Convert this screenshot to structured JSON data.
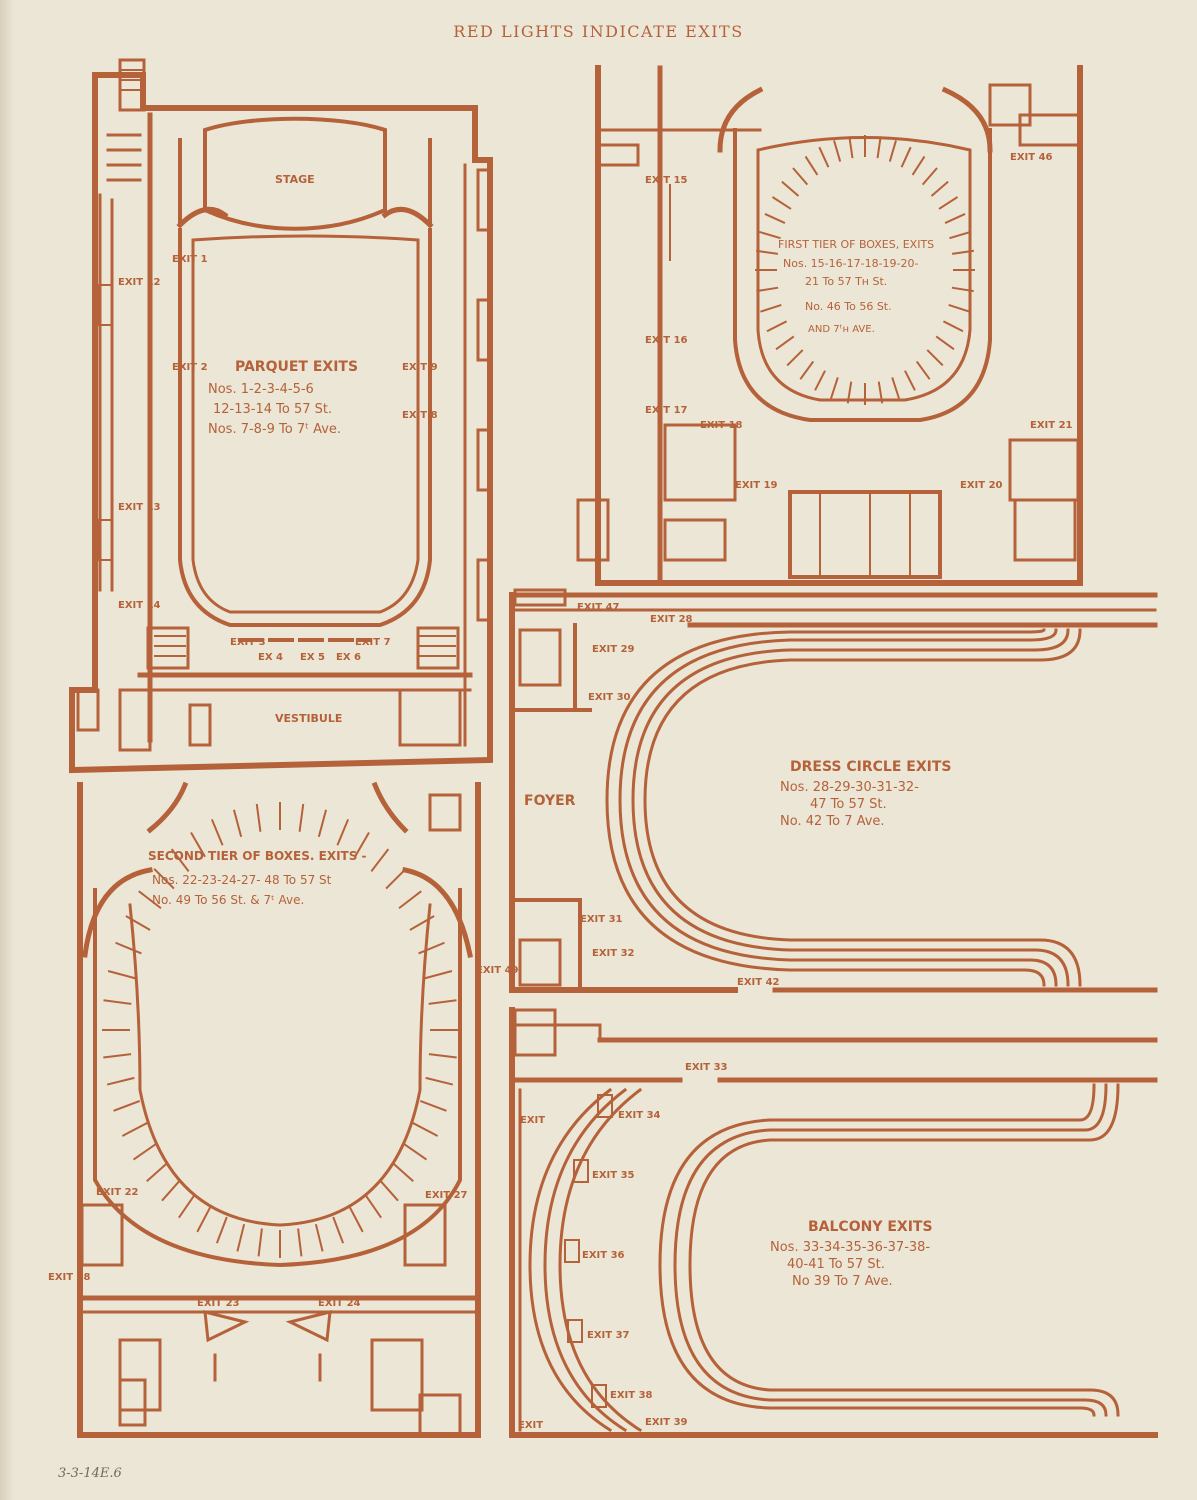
{
  "header": "RED LIGHTS INDICATE EXITS",
  "pencil_note": "3-3-14E.6",
  "parquet": {
    "stage": "STAGE",
    "vestibule": "VESTIBULE",
    "title": "PARQUET EXITS",
    "line1": "Nos. 1-2-3-4-5-6",
    "line2": "12-13-14 To 57 St.",
    "line3": "Nos. 7-8-9 To 7ᵗ Ave.",
    "exits": [
      "EXIT 1",
      "EXIT 2",
      "EXIT 3",
      "EX 4",
      "EX 5",
      "EX 6",
      "EXIT 7",
      "EXIT 8",
      "EXIT 9",
      "EXIT 12",
      "EXIT 13",
      "EXIT 14"
    ]
  },
  "first_tier": {
    "title": "FIRST TIER OF BOXES, EXITS",
    "line1": "Nos. 15-16-17-18-19-20-",
    "line2": "21 To 57 Tʜ St.",
    "line3": "No. 46 To 56 St.",
    "line4": "AND 7ᵗʜ AVE.",
    "exits": [
      "EXIT 15",
      "EXIT 16",
      "EXIT 17",
      "EXIT 18",
      "EXIT 19",
      "EXIT 20",
      "EXIT 21",
      "EXIT 46"
    ]
  },
  "second_tier": {
    "title": "SECOND TIER OF BOXES. EXITS -",
    "line1": "Nos. 22-23-24-27- 48 To 57 St",
    "line2": "No. 49 To 56 St. & 7ᵗ Ave.",
    "exits": [
      "EXIT 22",
      "EXIT 23",
      "EXIT 24",
      "EXIT 27",
      "EXIT 48",
      "EXIT 49"
    ]
  },
  "dress_circle": {
    "foyer": "FOYER",
    "title": "DRESS CIRCLE EXITS",
    "line1": "Nos. 28-29-30-31-32-",
    "line2": "47 To 57 St.",
    "line3": "No. 42 To 7 Ave.",
    "exits": [
      "EXIT 28",
      "EXIT 29",
      "EXIT 30",
      "EXIT 31",
      "EXIT 32",
      "EXIT 42",
      "EXIT 47"
    ]
  },
  "balcony": {
    "title": "BALCONY EXITS",
    "line1": "Nos. 33-34-35-36-37-38-",
    "line2": "40-41 To 57 St.",
    "line3": "No 39 To 7 Ave.",
    "exits": [
      "EXIT 33",
      "EXIT 34",
      "EXIT 35",
      "EXIT 36",
      "EXIT 37",
      "EXIT 38",
      "EXIT 39",
      "EXIT",
      "EXIT"
    ]
  },
  "colors": {
    "ink": "#b5623a",
    "paper": "#ece6d6"
  }
}
